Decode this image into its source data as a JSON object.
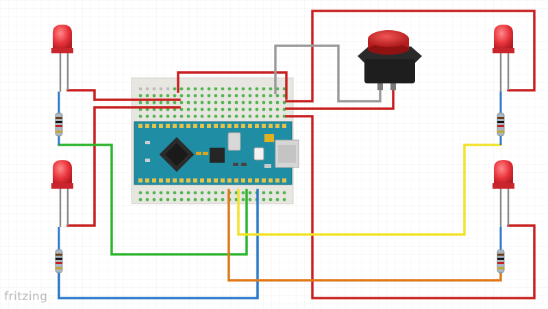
{
  "app": {
    "watermark": "fritzing"
  },
  "colors": {
    "wire_red": "#c81e1e",
    "wire_gray": "#9a9a9a",
    "wire_green": "#2bb52b",
    "wire_blue": "#2a78c8",
    "wire_yellow": "#f2e22a",
    "wire_orange": "#e07818",
    "led_red": "#e8323a",
    "breadboard": "#e9e7e1",
    "board_teal": "#1f8ea4",
    "button_cap": "#d42424"
  },
  "components": {
    "leds": [
      "led-top-left",
      "led-bottom-left",
      "led-top-right",
      "led-bottom-right"
    ],
    "resistors": [
      "resistor-top-left",
      "resistor-bottom-left",
      "resistor-top-right",
      "resistor-bottom-right"
    ],
    "board": "arduino-nano",
    "button": "push-button",
    "breadboard": "mini-breadboard"
  }
}
